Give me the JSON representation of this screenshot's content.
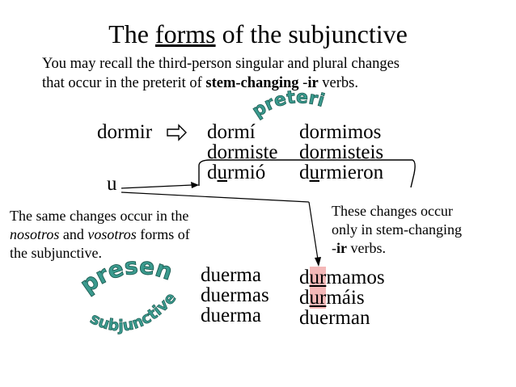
{
  "title": {
    "pre": "The ",
    "underlined": "forms",
    "post": " of the subjunctive"
  },
  "intro": {
    "line1": "You may recall the third-person singular and plural changes",
    "line2_pre": "that occur in the preterit of ",
    "line2_bold1": "stem-changing",
    "line2_mid": " -",
    "line2_bold2": "ir",
    "line2_post": " verbs."
  },
  "infinitive": "dormir",
  "stem_vowel": "u",
  "preterit_label": "preterit",
  "preterit": {
    "singular": [
      {
        "pre": "dormí",
        "ul": "",
        "post": ""
      },
      {
        "pre": "dormiste",
        "ul": "",
        "post": ""
      },
      {
        "pre": "d",
        "ul": "u",
        "post": "rmió"
      }
    ],
    "plural": [
      {
        "pre": "dormimos",
        "ul": "",
        "post": ""
      },
      {
        "pre": "dormisteis",
        "ul": "",
        "post": ""
      },
      {
        "pre": "d",
        "ul": "u",
        "post": "rmieron"
      }
    ]
  },
  "note_left": {
    "line1": "The same changes occur in the",
    "line2_i1": "nosotros",
    "line2_mid": " and ",
    "line2_i2": "vosotros",
    "line2_post": " forms of",
    "line3": "the subjunctive."
  },
  "note_right": {
    "line1": "These changes occur",
    "line2": "only in stem-changing",
    "line3_pre": "-",
    "line3_bold": "ir",
    "line3_post": " verbs."
  },
  "present_label": "present",
  "subjunctive_label": "subjunctive",
  "subjunctive": {
    "singular": [
      "duerma",
      "duermas",
      "duerma"
    ],
    "plural": [
      {
        "pre": "d",
        "hl": "ur",
        "post": "mamos"
      },
      {
        "pre": "d",
        "hl": "ur",
        "post": "máis"
      },
      {
        "pre": "duerman",
        "hl": "",
        "post": ""
      }
    ]
  },
  "colors": {
    "highlight": "#f4b8b8",
    "wordart_fill": "#3a9a8e",
    "wordart_stroke": "#1d5c52"
  },
  "icons": {
    "arrow": "outline-right-arrow-icon"
  }
}
